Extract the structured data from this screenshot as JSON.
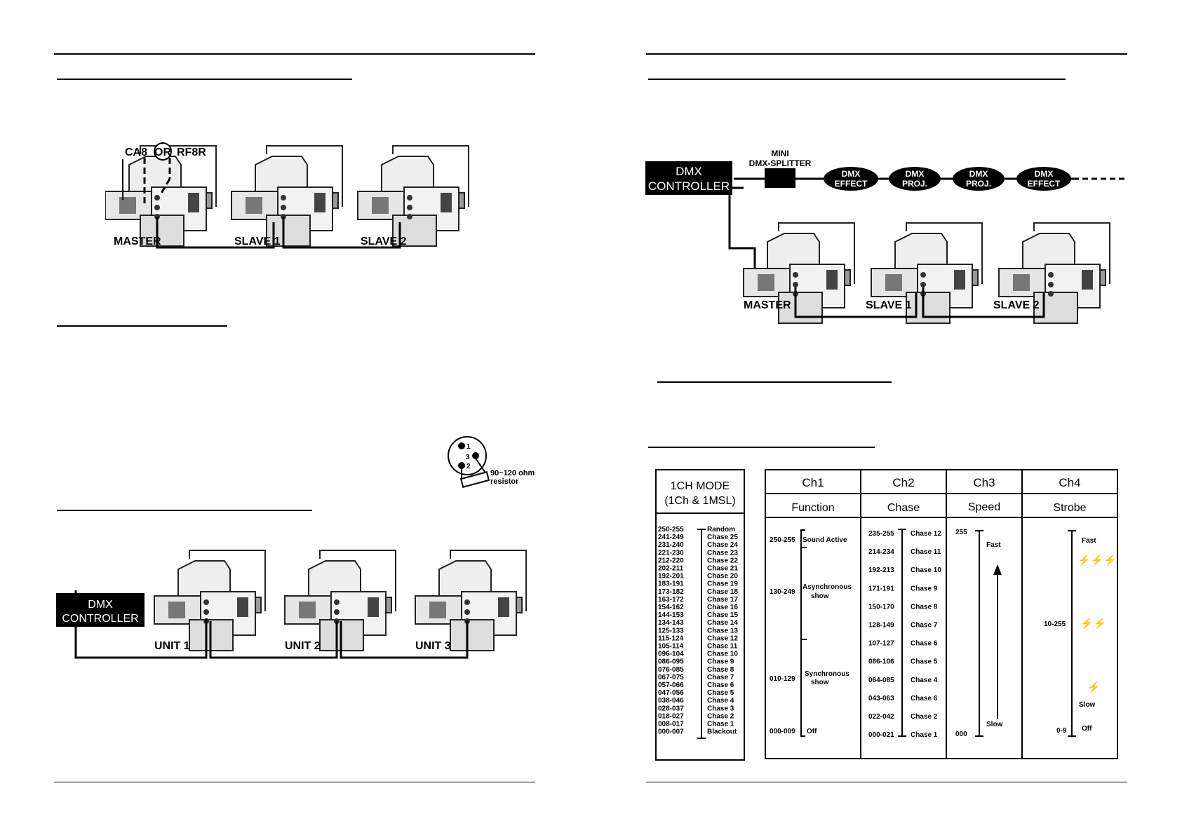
{
  "left_page": {
    "fig1": {
      "cable_a": "CA8",
      "or_label": "OR",
      "cable_b": "RF8R",
      "units": [
        "MASTER",
        "SLAVE 1",
        "SLAVE 2"
      ]
    },
    "resistor": {
      "pins": [
        "1",
        "3",
        "2"
      ],
      "label_line1": "90~120 ohm",
      "label_line2": "resistor"
    },
    "fig2": {
      "controller_line1": "DMX",
      "controller_line2": "CONTROLLER",
      "units": [
        "UNIT 1",
        "UNIT 2",
        "UNIT 3"
      ]
    }
  },
  "right_page": {
    "fig3": {
      "controller_line1": "DMX",
      "controller_line2": "CONTROLLER",
      "splitter_line1": "MINI",
      "splitter_line2": "DMX-SPLITTER",
      "devices": [
        {
          "l1": "DMX",
          "l2": "EFFECT"
        },
        {
          "l1": "DMX",
          "l2": "PROJ."
        },
        {
          "l1": "DMX",
          "l2": "PROJ."
        },
        {
          "l1": "DMX",
          "l2": "EFFECT"
        }
      ],
      "units": [
        "MASTER",
        "SLAVE 1",
        "SLAVE 2"
      ]
    },
    "mode_box": {
      "title_line1": "1CH MODE",
      "title_line2": "(1Ch & 1MSL)",
      "ranges": [
        "250-255",
        "241-249",
        "231-240",
        "221-230",
        "212-220",
        "202-211",
        "192-201",
        "183-191",
        "173-182",
        "163-172",
        "154-162",
        "144-153",
        "134-143",
        "125-133",
        "115-124",
        "105-114",
        "096-104",
        "086-095",
        "076-085",
        "067-075",
        "057-066",
        "047-056",
        "038-046",
        "028-037",
        "018-027",
        "008-017",
        "000-007"
      ],
      "labels": [
        "Random",
        "Chase 25",
        "Chase 24",
        "Chase 23",
        "Chase 22",
        "Chase 21",
        "Chase 20",
        "Chase 19",
        "Chase 18",
        "Chase 17",
        "Chase 16",
        "Chase 15",
        "Chase 14",
        "Chase 13",
        "Chase 12",
        "Chase 11",
        "Chase 10",
        "Chase 9",
        "Chase 8",
        "Chase 7",
        "Chase 6",
        "Chase 5",
        "Chase 4",
        "Chase 3",
        "Chase 2",
        "Chase 1",
        "Blackout"
      ]
    },
    "channel_table": {
      "headers": [
        "Ch1",
        "Ch2",
        "Ch3",
        "Ch4"
      ],
      "subheaders": [
        "Function",
        "Chase",
        "Speed",
        "Strobe"
      ],
      "ch1": [
        {
          "range": "250-255",
          "label": "Sound Active"
        },
        {
          "range": "130-249",
          "label": "Asynchronous",
          "label2": "show"
        },
        {
          "range": "010-129",
          "label": "Synchronous",
          "label2": "show"
        },
        {
          "range": "000-009",
          "label": "Off"
        }
      ],
      "ch2_ranges": [
        "235-255",
        "214-234",
        "192-213",
        "171-191",
        "150-170",
        "128-149",
        "107-127",
        "086-106",
        "064-085",
        "043-063",
        "022-042",
        "000-021"
      ],
      "ch2_labels": [
        "Chase 12",
        "Chase 11",
        "Chase 10",
        "Chase 9",
        "Chase 8",
        "Chase 7",
        "Chase 6",
        "Chase 5",
        "Chase 4",
        "Chase 6",
        "Chase 2",
        "Chase 1"
      ],
      "ch3": {
        "top": "255",
        "bottom": "000",
        "fast": "Fast",
        "slow": "Slow"
      },
      "ch4": {
        "fast": "Fast",
        "range": "10-255",
        "slow": "Slow",
        "off_range": "0-9",
        "off": "Off"
      }
    }
  }
}
